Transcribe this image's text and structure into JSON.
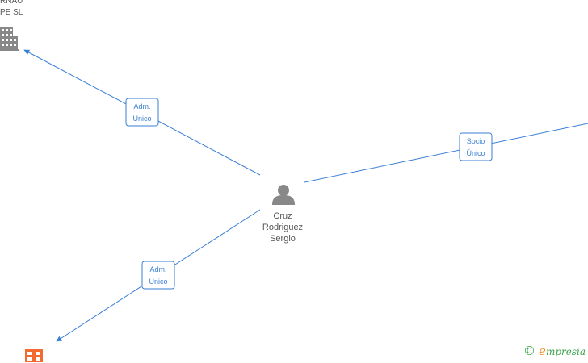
{
  "nodes": {
    "person": {
      "name_lines": [
        "Cruz",
        "Rodriguez",
        "Sergio"
      ],
      "icon": "person-icon"
    },
    "company_top": {
      "name_lines": [
        "RNAU",
        "PE SL"
      ],
      "icon": "building-icon"
    },
    "company_bottom": {
      "icon": "company-grid-icon"
    }
  },
  "edges": [
    {
      "id": "to-top-left",
      "label_lines": [
        "Adm.",
        "Unico"
      ]
    },
    {
      "id": "to-right",
      "label_lines": [
        "Socio",
        "Único"
      ]
    },
    {
      "id": "to-bottom-left",
      "label_lines": [
        "Adm.",
        "Unico"
      ]
    }
  ],
  "colors": {
    "edge": "#3a7fd5",
    "person": "#888888",
    "building": "#888888",
    "company_bottom": "#f26a2e",
    "brand_green": "#3aa14a",
    "brand_orange": "#f28a1e"
  },
  "brand": {
    "copyright": "©",
    "initial": "e",
    "rest": "mpresia"
  }
}
